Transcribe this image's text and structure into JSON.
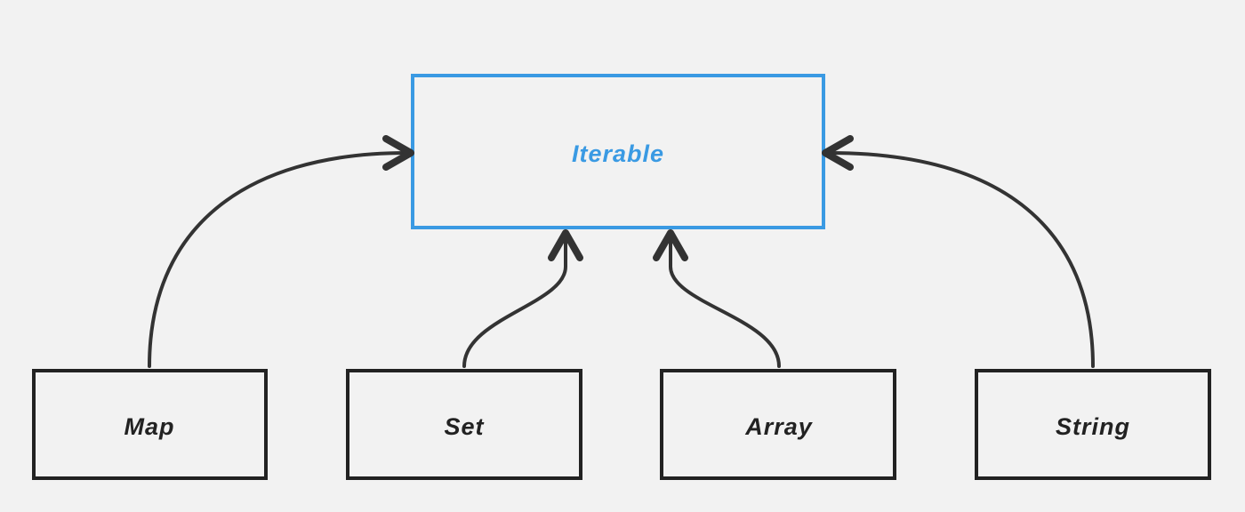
{
  "colors": {
    "background": "#f2f2f2",
    "accent": "#3a9ae3",
    "ink": "#222222",
    "arrow": "#333333"
  },
  "nodes": {
    "iterable": {
      "label": "Iterable"
    },
    "map": {
      "label": "Map"
    },
    "set": {
      "label": "Set"
    },
    "array": {
      "label": "Array"
    },
    "string": {
      "label": "String"
    }
  },
  "edges": [
    {
      "from": "map",
      "to": "iterable"
    },
    {
      "from": "set",
      "to": "iterable"
    },
    {
      "from": "array",
      "to": "iterable"
    },
    {
      "from": "string",
      "to": "iterable"
    }
  ]
}
